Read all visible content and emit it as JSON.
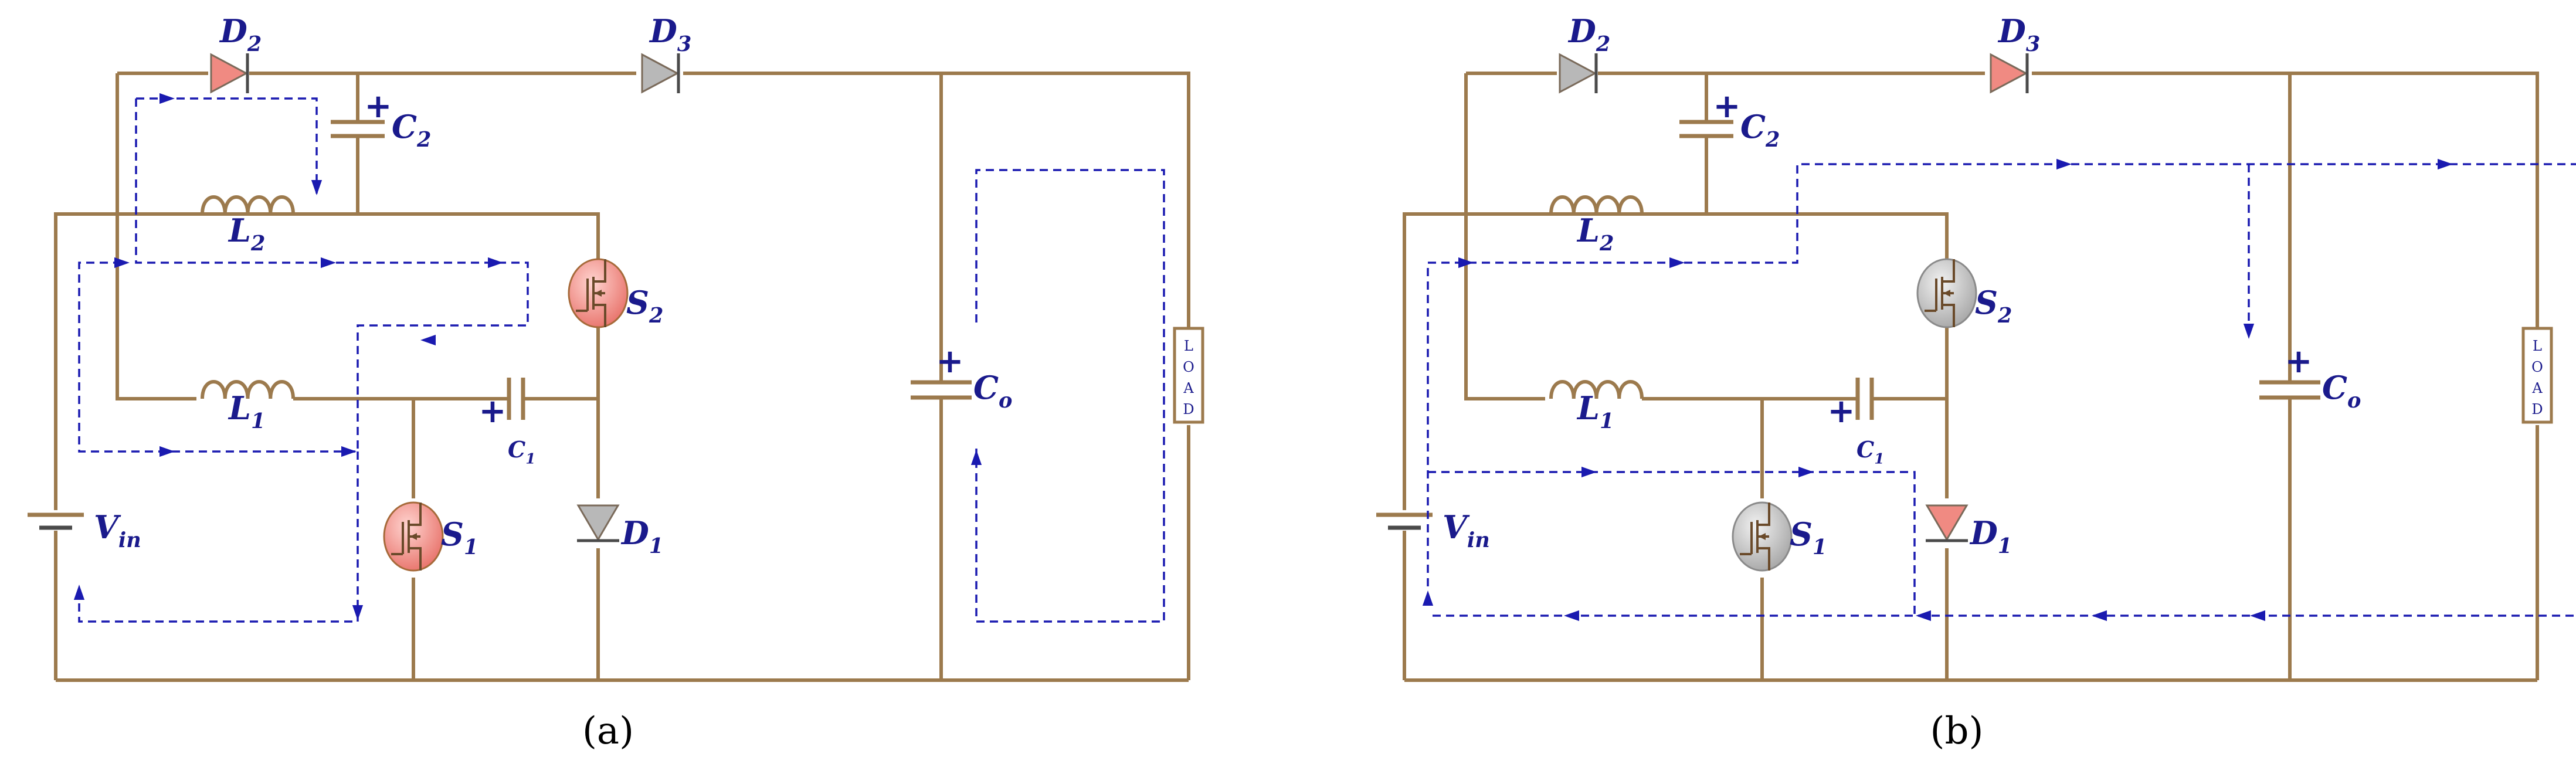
{
  "colors": {
    "wire": "#9C7A4D",
    "flow": "#1a1ab0",
    "label": "#1a1a8c",
    "active": "#f08a82",
    "inactive": "#b8b8b8"
  },
  "panels": [
    {
      "caption": "(a)",
      "labels": {
        "D2": {
          "main": "D",
          "sub": "2"
        },
        "D3": {
          "main": "D",
          "sub": "3"
        },
        "C2": {
          "main": "C",
          "sub": "2"
        },
        "L2": {
          "main": "L",
          "sub": "2"
        },
        "L1": {
          "main": "L",
          "sub": "1"
        },
        "S2": {
          "main": "S",
          "sub": "2"
        },
        "S1": {
          "main": "S",
          "sub": "1"
        },
        "C1": {
          "main": "C",
          "sub": "1"
        },
        "D1": {
          "main": "D",
          "sub": "1"
        },
        "Vin": {
          "main": "V",
          "sub": "in"
        },
        "Co": {
          "main": "C",
          "sub": "o"
        }
      },
      "plus": "+",
      "load": [
        "L",
        "O",
        "A",
        "D"
      ],
      "active": [
        "D2",
        "S1",
        "S2"
      ],
      "inactive": [
        "D3",
        "D1"
      ]
    },
    {
      "caption": "(b)",
      "labels": {
        "D2": {
          "main": "D",
          "sub": "2"
        },
        "D3": {
          "main": "D",
          "sub": "3"
        },
        "C2": {
          "main": "C",
          "sub": "2"
        },
        "L2": {
          "main": "L",
          "sub": "2"
        },
        "L1": {
          "main": "L",
          "sub": "1"
        },
        "S2": {
          "main": "S",
          "sub": "2"
        },
        "S1": {
          "main": "S",
          "sub": "1"
        },
        "C1": {
          "main": "C",
          "sub": "1"
        },
        "D1": {
          "main": "D",
          "sub": "1"
        },
        "Vin": {
          "main": "V",
          "sub": "in"
        },
        "Co": {
          "main": "C",
          "sub": "o"
        }
      },
      "plus": "+",
      "load": [
        "L",
        "O",
        "A",
        "D"
      ],
      "active": [
        "D3",
        "D1"
      ],
      "inactive": [
        "D2",
        "S1",
        "S2"
      ]
    }
  ]
}
